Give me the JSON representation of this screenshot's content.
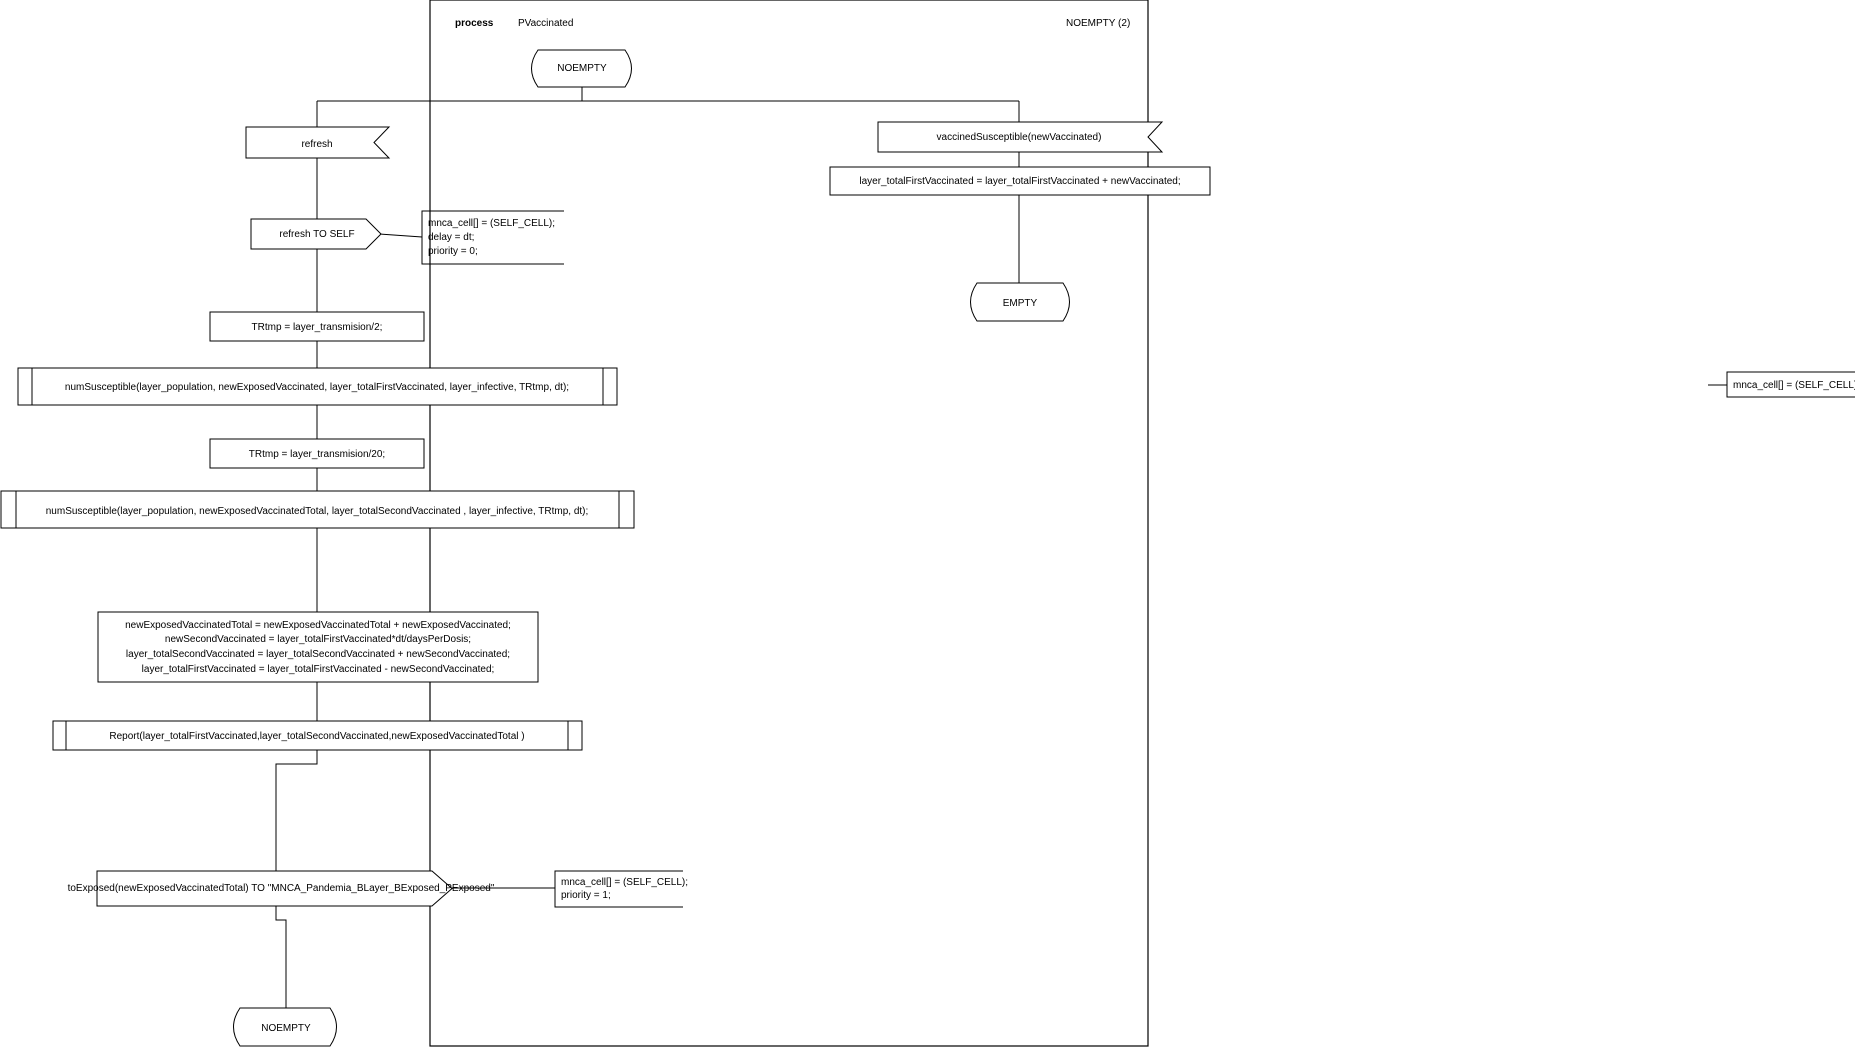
{
  "header": {
    "keyword": "process",
    "process_name": "PVaccinated",
    "page_label": "NOEMPTY (2)"
  },
  "states": {
    "start": "NOEMPTY",
    "empty": "EMPTY",
    "end": "NOEMPTY"
  },
  "left_branch": {
    "input_signal": "refresh",
    "output_signal": "refresh TO SELF",
    "output_comment": [
      "mnca_cell[] = (SELF_CELL);",
      "delay = dt;",
      "priority = 0;"
    ],
    "task_1": "TRtmp  = layer_transmision/2;",
    "call_1": "numSusceptible(layer_population, newExposedVaccinated, layer_totalFirstVaccinated, layer_infective, TRtmp, dt);",
    "task_2": "TRtmp  = layer_transmision/20;",
    "call_2": "numSusceptible(layer_population, newExposedVaccinatedTotal, layer_totalSecondVaccinated , layer_infective, TRtmp, dt);",
    "task_block": [
      "newExposedVaccinatedTotal = newExposedVaccinatedTotal + newExposedVaccinated;",
      "newSecondVaccinated = layer_totalFirstVaccinated*dt/daysPerDosis;",
      "layer_totalSecondVaccinated = layer_totalSecondVaccinated + newSecondVaccinated;",
      "layer_totalFirstVaccinated = layer_totalFirstVaccinated - newSecondVaccinated;"
    ],
    "call_3": "Report(layer_totalFirstVaccinated,layer_totalSecondVaccinated,newExposedVaccinatedTotal )",
    "output_2": "toExposed(newExposedVaccinatedTotal) TO \"MNCA_Pandemia_BLayer_BExposed_PExposed\"",
    "output_2_comment": [
      "mnca_cell[] = (SELF_CELL);",
      "priority = 1;"
    ]
  },
  "right_branch": {
    "input_signal": "vaccinedSusceptible(newVaccinated)",
    "task": "layer_totalFirstVaccinated = layer_totalFirstVaccinated + newVaccinated;"
  },
  "offpage_comment": "mnca_cell[] = (SELF_CELL);"
}
